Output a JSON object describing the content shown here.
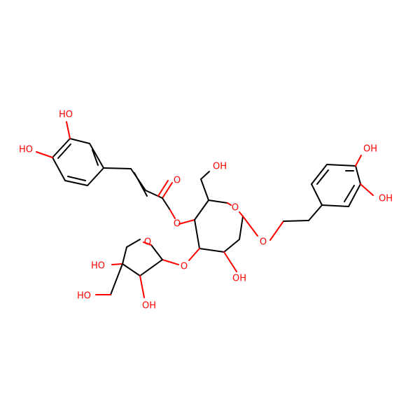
{
  "colors": {
    "bond": "#000000",
    "heteroatom": "#ff0000",
    "background": "#ffffff"
  },
  "labels": {
    "caf_oh_top": "HO",
    "caf_oh_left": "HO",
    "ester_carbonyl_o": "O",
    "ester_link_o": "O",
    "ch2oh": "OH",
    "ring_o": "O",
    "glycoside_o": "O",
    "ring_oh": "OH",
    "apiose_link_o": "O",
    "apiose_ring_o": "O",
    "apiose_oh_quat": "HO",
    "apiose_oh": "OH",
    "apiose_ch2oh": "HO",
    "phenyl_oh_top": "OH",
    "phenyl_oh_right": "OH"
  }
}
